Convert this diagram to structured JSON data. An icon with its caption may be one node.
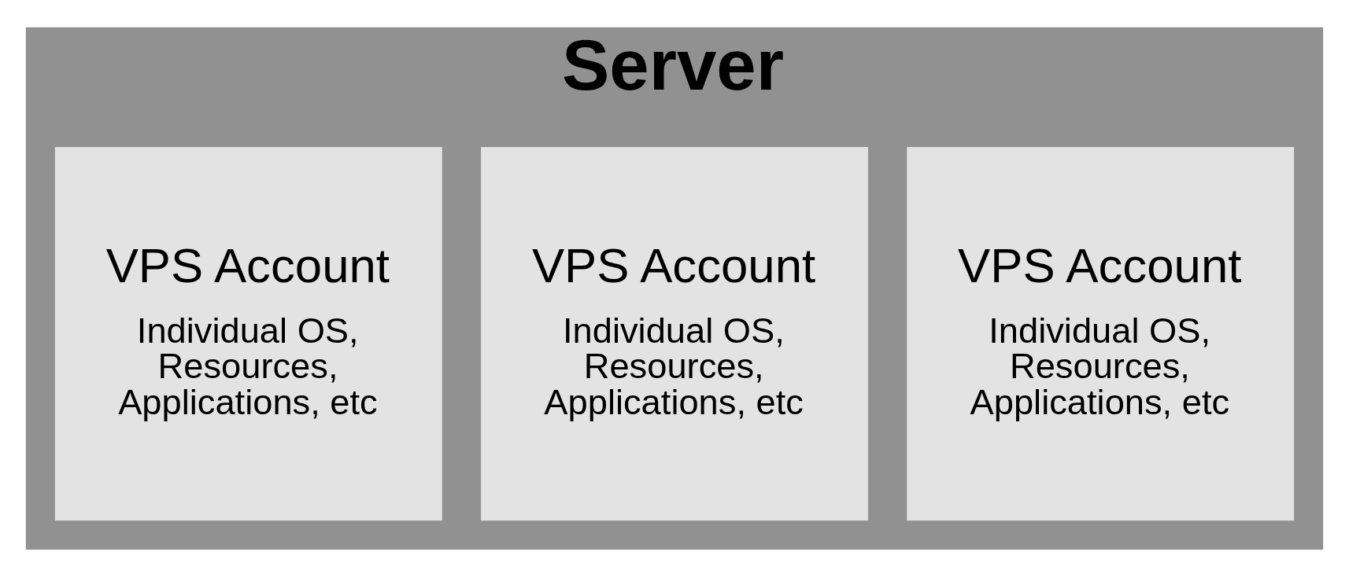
{
  "diagram": {
    "nodes": [
      {
        "text": [
          "Server"
        ]
      },
      {
        "text": [
          "VPS Account",
          "Individual OS, Resources, Applications, etc"
        ],
        "in": 0
      },
      {
        "text": [
          "VPS Account",
          "Individual OS, Resources, Applications, etc"
        ],
        "in": 0
      },
      {
        "text": [
          "VPS Account",
          "Individual OS, Resources, Applications, etc"
        ],
        "in": 0
      }
    ]
  }
}
